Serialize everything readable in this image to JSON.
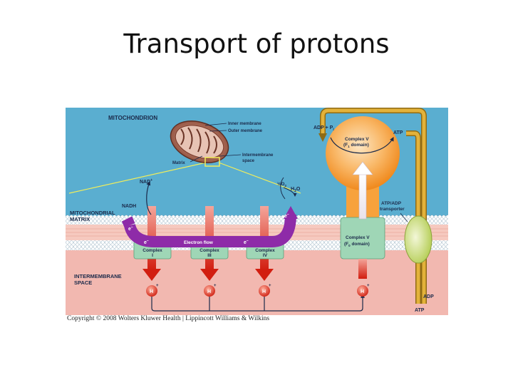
{
  "slide": {
    "title": "Transport of protons",
    "copyright": "Copyright © 2008 Wolters Kluwer Health | Lippincott Williams & Wilkins"
  },
  "diagram": {
    "region_labels": {
      "mitochondrion": "MITOCHONDRION",
      "matrix_line1": "MITOCHONDRIAL",
      "matrix_line2": "MATRIX",
      "ims_line1": "INTERMEMBRANE",
      "ims_line2": "SPACE"
    },
    "inset_labels": {
      "inner_membrane": "Inner membrane",
      "outer_membrane": "Outer membrane",
      "intermembrane_line1": "Intermembrane",
      "intermembrane_line2": "space",
      "matrix": "Matrix"
    },
    "metabolites": {
      "nad": "NAD",
      "nad_sup": "+",
      "nadh": "NADH",
      "half_o2": "½O",
      "o2_sub": "2",
      "h2o": "H",
      "h2o_sub": "2",
      "h2o_end": "O",
      "adp_pi": "ADP + P",
      "pi_sub": "i",
      "atp_top": "ATP",
      "adp_bottom": "ADP",
      "atp_bottom": "ATP"
    },
    "electron": {
      "symbol": "e",
      "charge": "−",
      "flow_label": "Electron flow"
    },
    "complexes": [
      {
        "name": "Complex",
        "number": "I"
      },
      {
        "name": "Complex",
        "number": "III"
      },
      {
        "name": "Complex",
        "number": "IV"
      }
    ],
    "complex_v_f1": {
      "line1": "Complex V",
      "line2_a": "(F",
      "line2_sub": "1",
      "line2_b": " domain)"
    },
    "complex_v_f0": {
      "line1": "Complex V",
      "line2_a": "(F",
      "line2_sub": "0",
      "line2_b": " domain)"
    },
    "transporter": {
      "line1": "ATP/ADP",
      "line2": "transporter"
    },
    "proton": {
      "symbol": "H",
      "charge": "+"
    },
    "colors": {
      "matrix_bg": "#5aaed0",
      "ims_bg": "#f2b8b0",
      "electron_flow": "#8e2ba8",
      "complex_box": "#9fd6b6",
      "atp_synthase": "#f7a23c",
      "proton_arrow": "#d8311e",
      "transporter": "#cde08a",
      "tube": "#e3b23a"
    }
  }
}
